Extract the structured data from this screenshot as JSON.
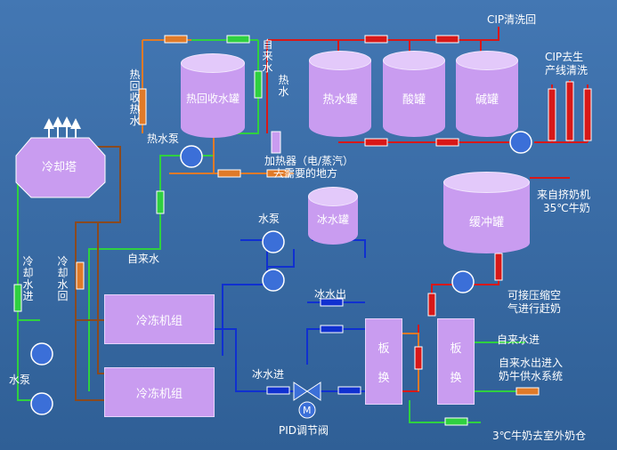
{
  "tanks": {
    "heat_recovery": "热回收水罐",
    "hot_water": "热水罐",
    "acid": "酸罐",
    "alkali": "碱罐",
    "ice_water": "冰水罐",
    "buffer": "缓冲罐"
  },
  "units": {
    "chiller1": "冷冻机组",
    "chiller2": "冷冻机组",
    "plate1_a": "板",
    "plate1_b": "换",
    "plate2_a": "板",
    "plate2_b": "换",
    "cooling_tower": "冷却塔"
  },
  "labels": {
    "cip_return": "CIP清洗回",
    "cip_out_l1": "CIP去生",
    "cip_out_l2": "产线清洗",
    "tap_water_top": "自来水",
    "hot_water_v": "热水",
    "heat_recovery_hot_water": "热回收热水",
    "hot_water_pump": "热水泵",
    "heater": "加热器（电/蒸汽）",
    "to_needed": "去需要的地方",
    "water_pump": "水泵",
    "tap_water_mid": "自来水",
    "ice_water_out": "冰水出",
    "ice_water_in": "冰水进",
    "pid_valve": "PID调节阀",
    "cooling_water_in": "冷却水进",
    "cooling_water_return": "冷却水回",
    "water_pump_left": "水泵",
    "milk_in_l1": "来自挤奶机",
    "milk_in_l2": "35℃牛奶",
    "air_l1": "可接压缩空",
    "air_l2": "气进行赶奶",
    "tap_water_in": "自来水进",
    "tap_out_l1": "自来水出进入",
    "tap_out_l2": "奶牛供水系统",
    "milk_out": "3℃牛奶去室外奶仓",
    "motor": "M"
  },
  "colors": {
    "red": "#d81818",
    "green": "#2fd040",
    "orange": "#e07a28",
    "blue": "#1030d0",
    "brown": "#8a4a20",
    "tank": "#c99cf0"
  }
}
